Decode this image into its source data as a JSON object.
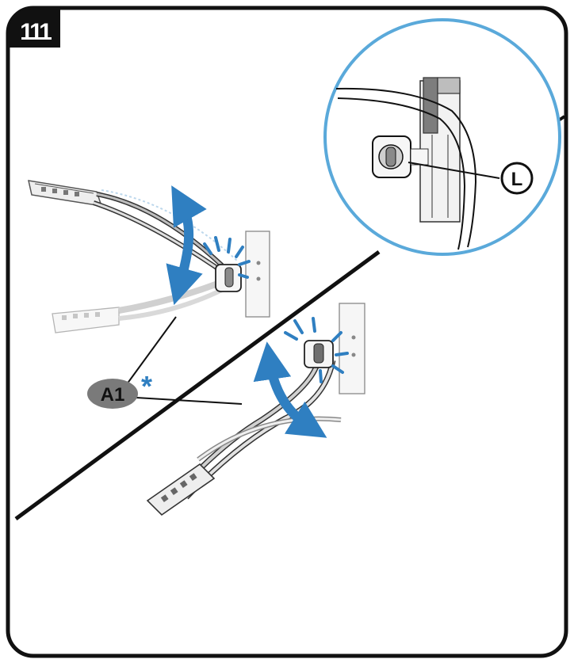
{
  "step": {
    "number": "111"
  },
  "callouts": {
    "part_label": "A1",
    "part_marker": "*",
    "detail_label": "L"
  },
  "colors": {
    "frame": "#111111",
    "accent_blue": "#2f7fc1",
    "detail_circle": "#5aa9da",
    "label_fill": "#7a7a7a",
    "connector_fill": "#e8e8e8",
    "post_fill": "#f4f4f4",
    "post_dark": "#7d7d7d"
  },
  "icons": {
    "motion": "double-arrow-icon",
    "click": "click-burst-icon"
  }
}
